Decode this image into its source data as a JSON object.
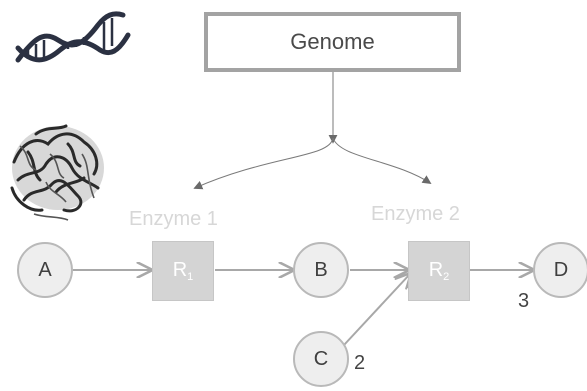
{
  "genome": {
    "label": "Genome"
  },
  "enzymes": [
    {
      "label": "Enzyme 1"
    },
    {
      "label": "Enzyme 2"
    }
  ],
  "metabolites": {
    "a": "A",
    "b": "B",
    "c": "C",
    "d": "D"
  },
  "reactions": [
    {
      "base": "R",
      "sub": "1"
    },
    {
      "base": "R",
      "sub": "2"
    }
  ],
  "stoichiometry": {
    "c": "2",
    "d": "3"
  },
  "icons": [
    "dna-helix-icon",
    "protein-structure-icon"
  ],
  "colors": {
    "box_border": "#a3a3a3",
    "arrow": "#b0b0b0",
    "node_fill": "#eeeeee",
    "reaction_fill": "#d4d4d4",
    "enzyme_label": "#d7d7d7"
  }
}
